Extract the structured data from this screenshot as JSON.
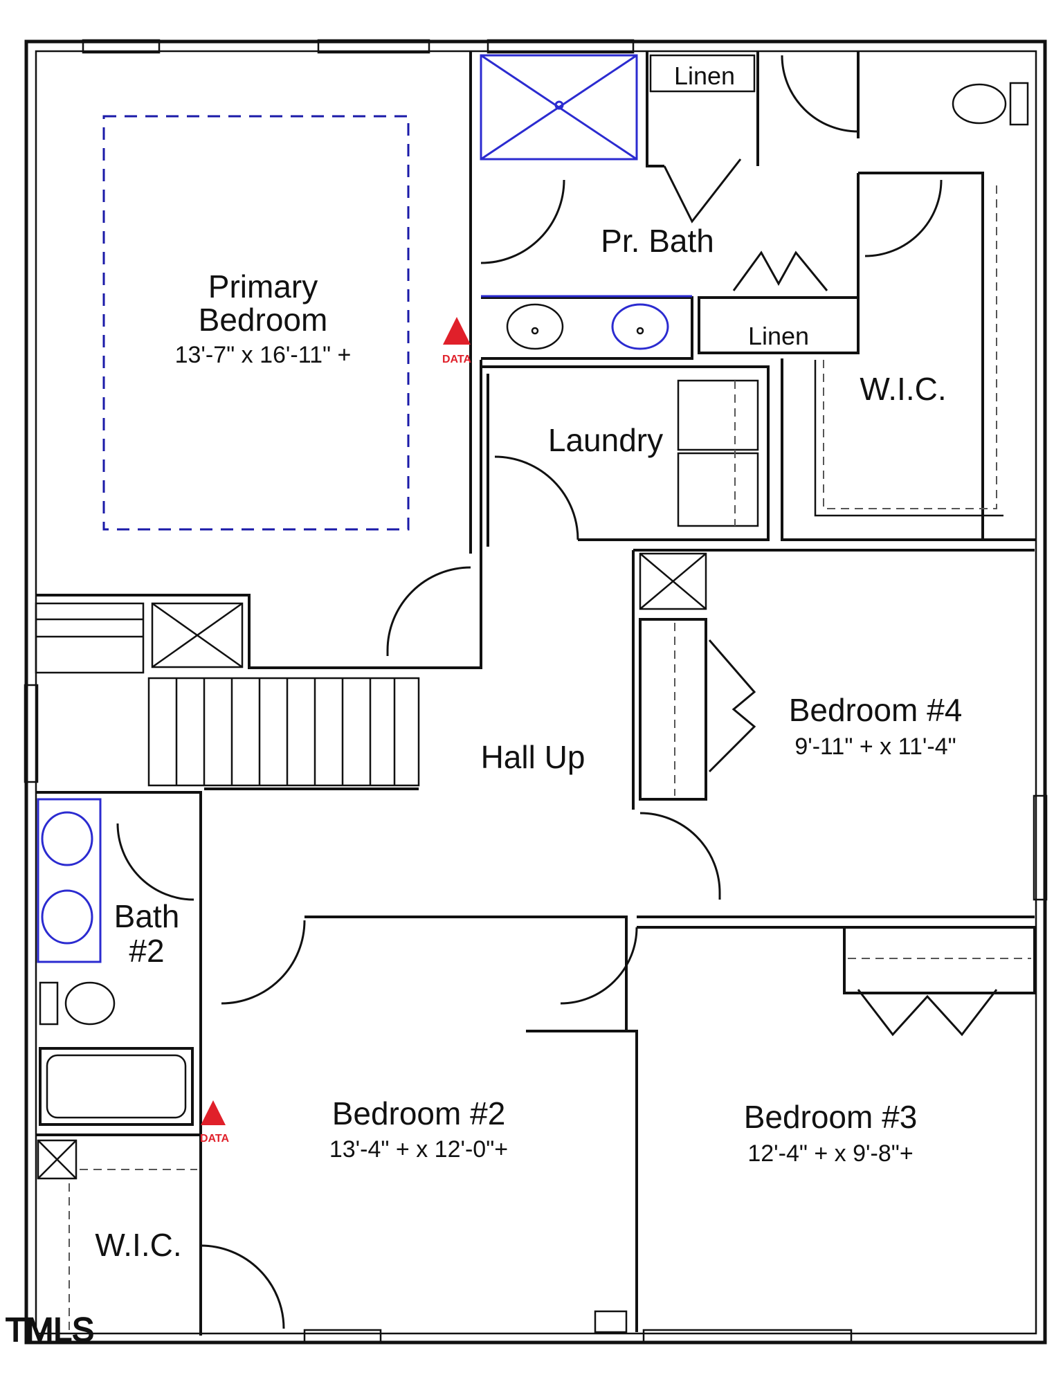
{
  "rooms": {
    "primary_bedroom": {
      "name_line1": "Primary",
      "name_line2": "Bedroom",
      "dims": "13'-7\" x 16'-11\" +"
    },
    "primary_bath": {
      "name": "Pr. Bath"
    },
    "linen_top": {
      "name": "Linen"
    },
    "linen_mid": {
      "name": "Linen"
    },
    "wic_primary": {
      "name": "W.I.C."
    },
    "laundry": {
      "name": "Laundry"
    },
    "hall": {
      "name": "Hall Up"
    },
    "bedroom4": {
      "name": "Bedroom #4",
      "dims": "9'-11\" + x 11'-4\""
    },
    "bath2": {
      "name_line1": "Bath",
      "name_line2": "#2"
    },
    "bedroom2": {
      "name": "Bedroom #2",
      "dims": "13'-4\" + x 12'-0\"+"
    },
    "bedroom3": {
      "name": "Bedroom #3",
      "dims": "12'-4\" + x 9'-8\"+"
    },
    "wic_bath2": {
      "name": "W.I.C."
    }
  },
  "markers": [
    {
      "label": "DATA"
    },
    {
      "label": "DATA"
    }
  ],
  "watermark": "TMLS",
  "colors": {
    "wall": "#111111",
    "fixture_blue": "#2b2bd0",
    "marker_red": "#e0202a"
  }
}
